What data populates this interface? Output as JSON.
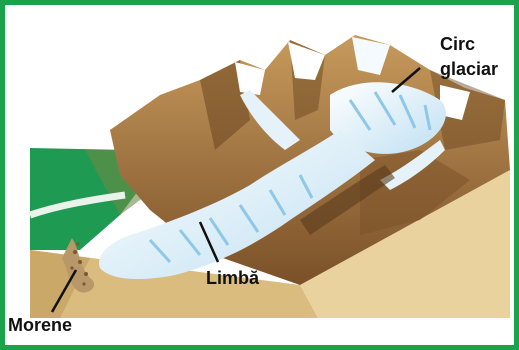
{
  "labels": {
    "cirque_line1": "Circ",
    "cirque_line2": "glaciar",
    "tongue": "Limbă",
    "moraines": "Morene"
  },
  "colors": {
    "frame": "#1aa34a",
    "valley_floor": "#1f9a52",
    "block_side": "#e8cf98",
    "block_front": "#d6b878",
    "rock": "#a0703a",
    "rock_dark": "#6b4520",
    "ice": "#eaf4fb",
    "ice_blue": "#8fc7e6"
  }
}
